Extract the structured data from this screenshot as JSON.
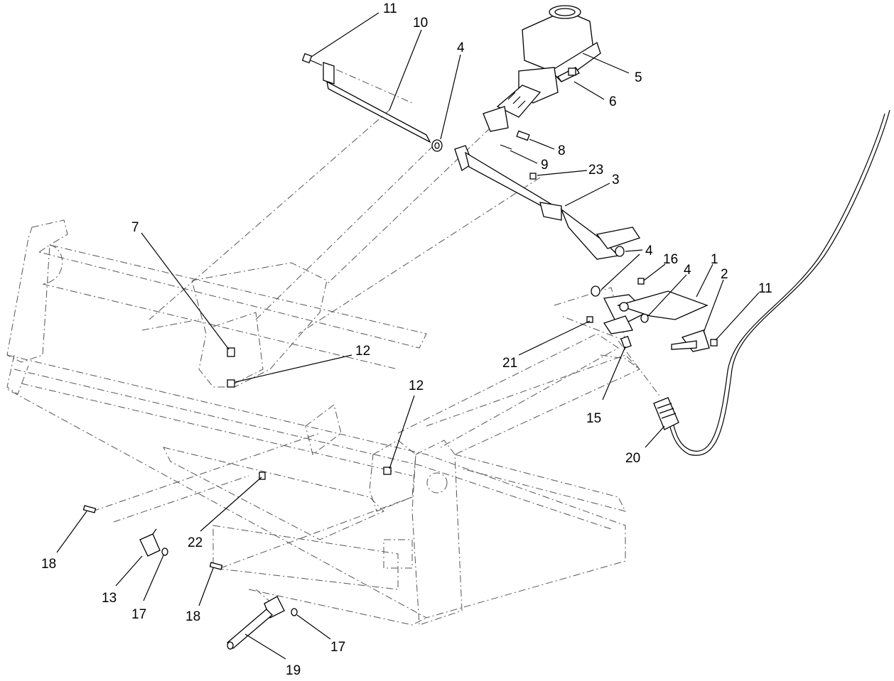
{
  "callouts": [
    {
      "id": "c11a",
      "label": "11"
    },
    {
      "id": "c10",
      "label": "10"
    },
    {
      "id": "c4a",
      "label": "4"
    },
    {
      "id": "c5",
      "label": "5"
    },
    {
      "id": "c6",
      "label": "6"
    },
    {
      "id": "c8",
      "label": "8"
    },
    {
      "id": "c9",
      "label": "9"
    },
    {
      "id": "c23",
      "label": "23"
    },
    {
      "id": "c3",
      "label": "3"
    },
    {
      "id": "c7",
      "label": "7"
    },
    {
      "id": "c4b",
      "label": "4"
    },
    {
      "id": "c16",
      "label": "16"
    },
    {
      "id": "c4c",
      "label": "4"
    },
    {
      "id": "c1",
      "label": "1"
    },
    {
      "id": "c2",
      "label": "2"
    },
    {
      "id": "c11b",
      "label": "11"
    },
    {
      "id": "c12a",
      "label": "12"
    },
    {
      "id": "c21",
      "label": "21"
    },
    {
      "id": "c15",
      "label": "15"
    },
    {
      "id": "c12b",
      "label": "12"
    },
    {
      "id": "c20",
      "label": "20"
    },
    {
      "id": "c22",
      "label": "22"
    },
    {
      "id": "c18a",
      "label": "18"
    },
    {
      "id": "c13",
      "label": "13"
    },
    {
      "id": "c17a",
      "label": "17"
    },
    {
      "id": "c18b",
      "label": "18"
    },
    {
      "id": "c17b",
      "label": "17"
    },
    {
      "id": "c19",
      "label": "19"
    }
  ]
}
